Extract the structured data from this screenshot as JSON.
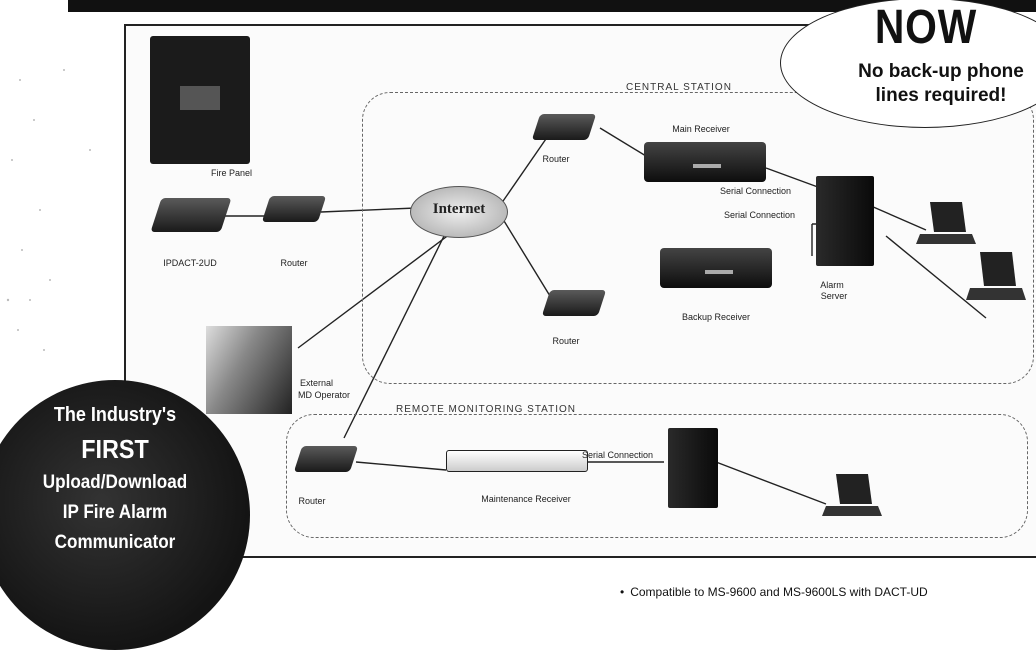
{
  "badge_now": {
    "headline": "NOW",
    "line1": "No back-up phone",
    "line2": "lines required!"
  },
  "badge_first": {
    "line1": "The Industry's",
    "line2": "FIRST",
    "line3": "Upload/Download",
    "line4": "IP Fire Alarm",
    "line5": "Communicator"
  },
  "zones": {
    "central_station": "CENTRAL STATION",
    "remote_station": "REMOTE MONITORING STATION"
  },
  "labels": {
    "fire_panel": "Fire Panel",
    "ipdact": "IPDACT-2UD",
    "router_left": "Router",
    "internet": "Internet",
    "router_top": "Router",
    "main_receiver": "Main Receiver",
    "serial_1": "Serial Connection",
    "serial_2": "Serial Connection",
    "alarm_server_1": "Alarm",
    "alarm_server_2": "Server",
    "backup_receiver": "Backup Receiver",
    "router_bottom": "Router",
    "external_1": "External",
    "external_2": "MD Operator",
    "router_remote": "Router",
    "maintenance_receiver": "Maintenance Receiver",
    "serial_3": "Serial Connection"
  },
  "bullet": "Compatible to MS-9600 and MS-9600LS with DACT-UD",
  "colors": {
    "ink": "#111111",
    "paper": "#ffffff"
  }
}
